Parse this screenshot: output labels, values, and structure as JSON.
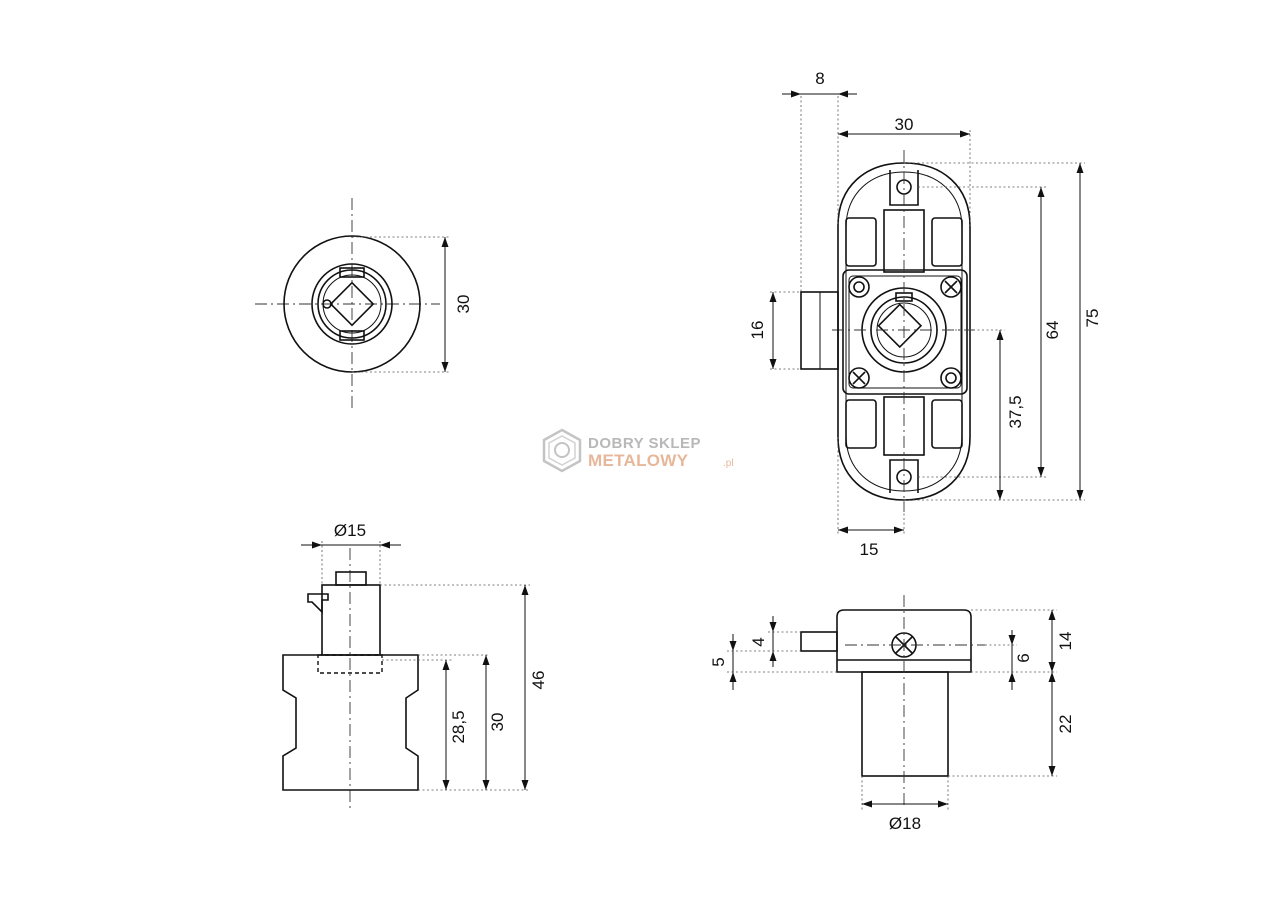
{
  "watermark": {
    "line1": "DOBRY SKLEP",
    "line2": "METALOWY",
    "suffix": ".pl",
    "colors": {
      "grey": "#b8b8b8",
      "orange": "#e7b79a"
    },
    "icon": "hexagon-bolt-icon"
  },
  "dimensions": {
    "front_diameter": "30",
    "rear_plate_offset": "8",
    "rear_plate_width": "30",
    "rear_bolt_height": "16",
    "rear_hole_spacing": "64",
    "rear_plate_height": "75",
    "rear_center_offset": "37,5",
    "rear_half_width": "15",
    "side_cylinder_diameter": "Ø15",
    "side_total_height": "46",
    "side_body_height": "30",
    "side_inner_height": "28,5",
    "bottom_bolt_height": "4",
    "bottom_bolt_offset": "5",
    "bottom_plate_height": "14",
    "bottom_cam_offset": "6",
    "bottom_cylinder_length": "22",
    "bottom_cylinder_diameter": "Ø18"
  }
}
